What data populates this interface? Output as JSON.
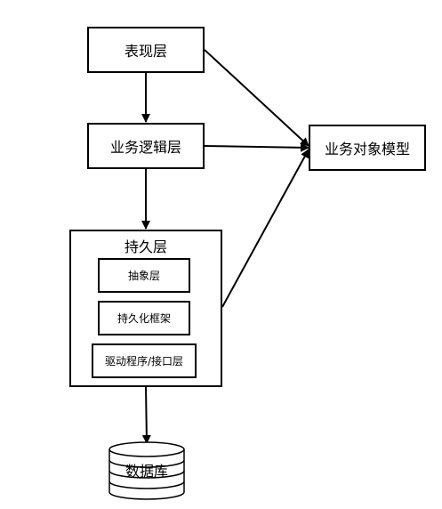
{
  "diagram": {
    "nodes": {
      "presentation": "表现层",
      "business_logic": "业务逻辑层",
      "business_model": "业务对象模型",
      "persistence": "持久层",
      "abstraction": "抽象层",
      "persistence_framework": "持久化框架",
      "driver_interface": "驱动程序/接口层",
      "database": "数据库"
    },
    "edges": [
      {
        "from": "presentation",
        "to": "business_logic"
      },
      {
        "from": "business_logic",
        "to": "persistence"
      },
      {
        "from": "persistence",
        "to": "database"
      },
      {
        "from": "presentation",
        "to": "business_model"
      },
      {
        "from": "business_logic",
        "to": "business_model"
      },
      {
        "from": "persistence",
        "to": "business_model"
      }
    ],
    "colors": {
      "line": "#000000",
      "fill": "#ffffff"
    }
  }
}
